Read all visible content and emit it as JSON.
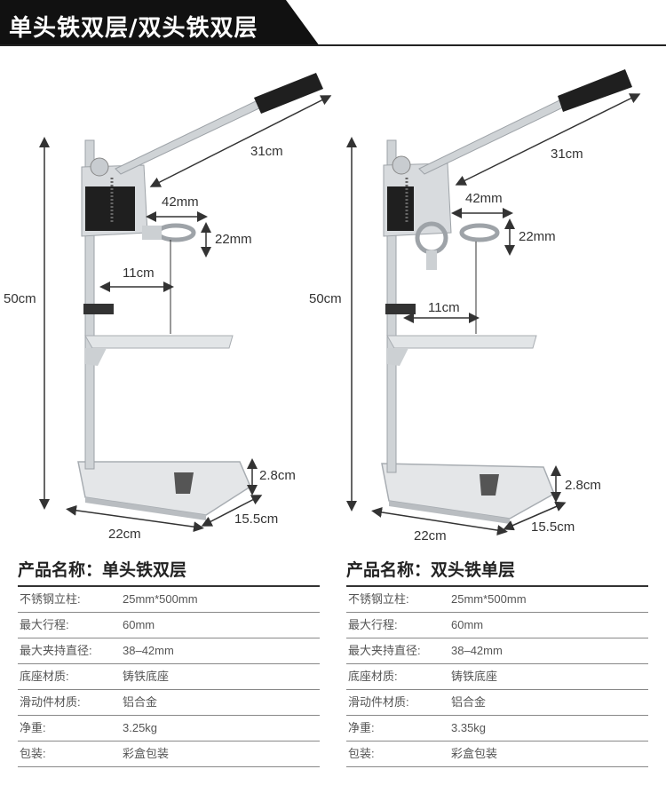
{
  "banner": {
    "title": "单头铁双层/双头铁双层"
  },
  "left_product": {
    "dims": {
      "height": "50cm",
      "arm": "31cm",
      "clamp": "42mm",
      "clamp_h": "22mm",
      "throat": "11cm",
      "base_h": "2.8cm",
      "width": "22cm",
      "depth": "15.5cm"
    },
    "title": "产品名称：单头铁双层",
    "specs": [
      {
        "key": "不锈钢立柱:",
        "value": "25mm*500mm"
      },
      {
        "key": "最大行程:",
        "value": "60mm"
      },
      {
        "key": "最大夹持直径:",
        "value": "38–42mm"
      },
      {
        "key": "底座材质:",
        "value": "铸铁底座"
      },
      {
        "key": "滑动件材质:",
        "value": "铝合金"
      },
      {
        "key": "净重:",
        "value": "3.25kg"
      },
      {
        "key": "包装:",
        "value": "彩盒包装"
      }
    ]
  },
  "right_product": {
    "dims": {
      "height": "50cm",
      "arm": "31cm",
      "clamp": "42mm",
      "clamp_h": "22mm",
      "throat": "11cm",
      "base_h": "2.8cm",
      "width": "22cm",
      "depth": "15.5cm"
    },
    "title": "产品名称：双头铁单层",
    "specs": [
      {
        "key": "不锈钢立柱:",
        "value": "25mm*500mm"
      },
      {
        "key": "最大行程:",
        "value": "60mm"
      },
      {
        "key": "最大夹持直径:",
        "value": "38–42mm"
      },
      {
        "key": "底座材质:",
        "value": "铸铁底座"
      },
      {
        "key": "滑动件材质:",
        "value": "铝合金"
      },
      {
        "key": "净重:",
        "value": "3.35kg"
      },
      {
        "key": "包装:",
        "value": "彩盒包装"
      }
    ]
  },
  "colors": {
    "banner": "#111111",
    "metal": "#d6d9dc",
    "metal_dark": "#9ea3a8",
    "handle": "#222222",
    "line": "#333333"
  }
}
